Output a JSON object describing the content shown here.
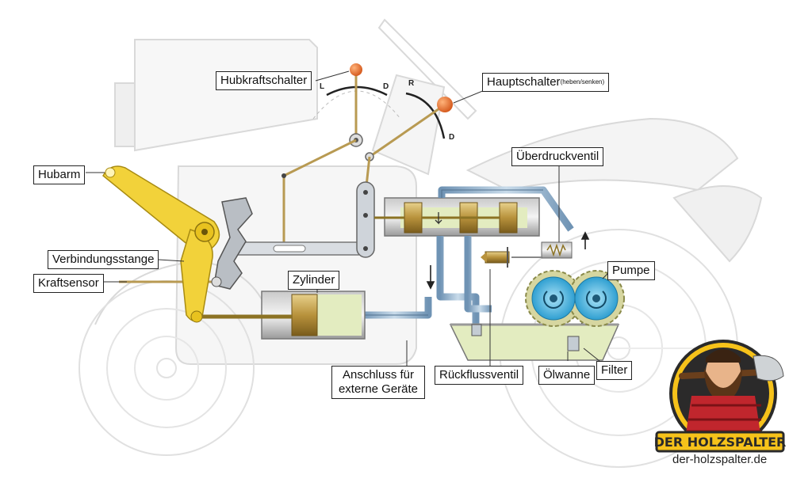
{
  "labels": {
    "hubkraftschalter": "Hubkraftschalter",
    "hauptschalter": "Hauptschalter",
    "hauptschalter_note": "(heben/senken)",
    "hubarm": "Hubarm",
    "verbindungsstange": "Verbindungsstange",
    "kraftsensor": "Kraftsensor",
    "zylinder": "Zylinder",
    "ueberdruckventil": "Überdruckventil",
    "pumpe": "Pumpe",
    "anschluss_line1": "Anschluss für",
    "anschluss_line2": "externe Geräte",
    "rueckflussventil": "Rückflussventil",
    "oelwanne": "Ölwanne",
    "filter": "Filter"
  },
  "switch_marks": {
    "left_L": "L",
    "left_D": "D",
    "right_R": "R",
    "right_D": "D"
  },
  "logo": {
    "title": "DER HOLZSPALTER",
    "url": "der-holzspalter.de"
  },
  "colors": {
    "arm_yellow": "#f2d23a",
    "pipe_blue": "#8fb0cc",
    "oil": "#e3ecc0",
    "pump_blue": "#4fb8e3",
    "knob_orange": "#e8742a",
    "brass": "#c2a24a"
  }
}
